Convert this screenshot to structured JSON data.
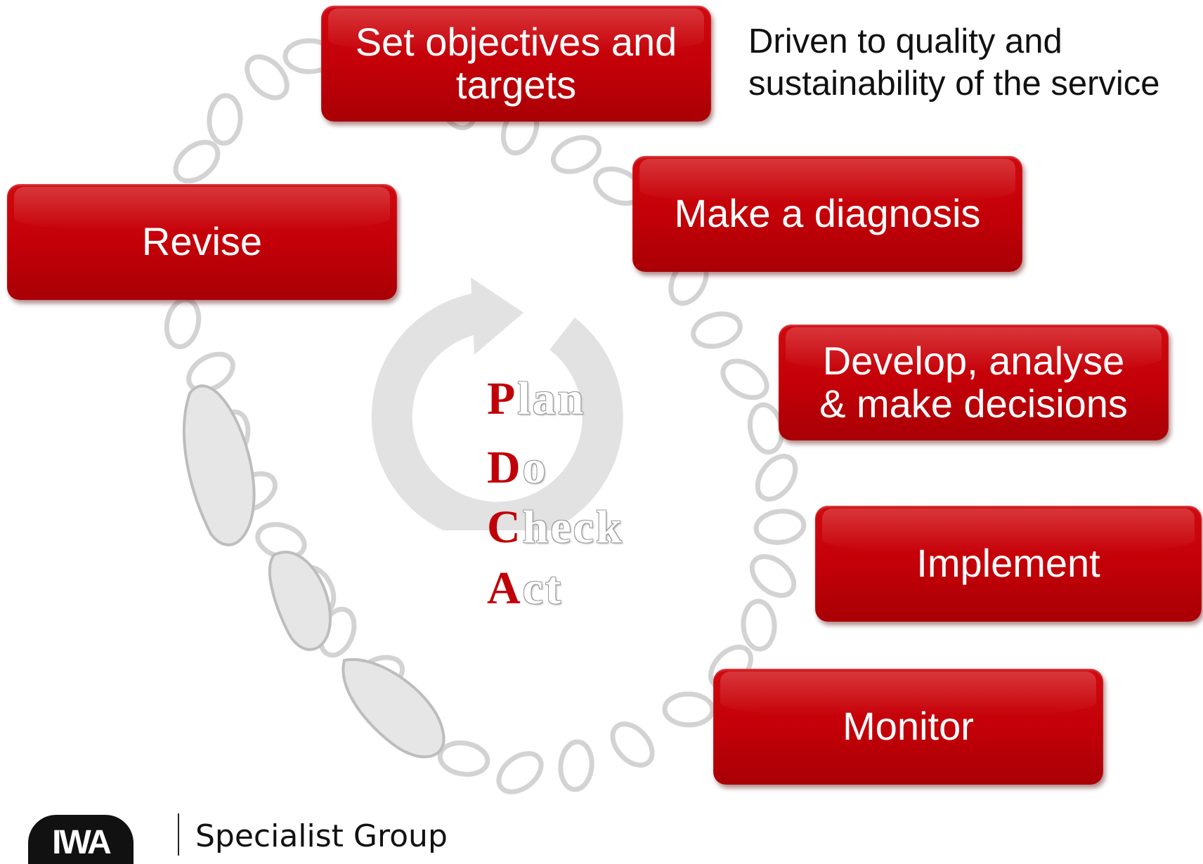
{
  "steps": {
    "set_objectives": [
      "Set objectives and",
      "targets"
    ],
    "diagnosis": "Make a diagnosis",
    "revise": "Revise",
    "develop": [
      "Develop, analyse",
      "& make decisions"
    ],
    "implement": "Implement",
    "monitor": "Monitor"
  },
  "tagline": [
    "Driven to quality and",
    "sustainability of the service"
  ],
  "pdca": [
    {
      "initial": "P",
      "rest": "lan"
    },
    {
      "initial": "D",
      "rest": "o"
    },
    {
      "initial": "C",
      "rest": "heck"
    },
    {
      "initial": "A",
      "rest": "ct"
    }
  ],
  "logo": {
    "mark": "IWA",
    "text": "Specialist Group"
  },
  "colors": {
    "box_red": "#c40008",
    "pdca_initial": "#c00008",
    "arrow_gray": "#e2e2e2"
  }
}
